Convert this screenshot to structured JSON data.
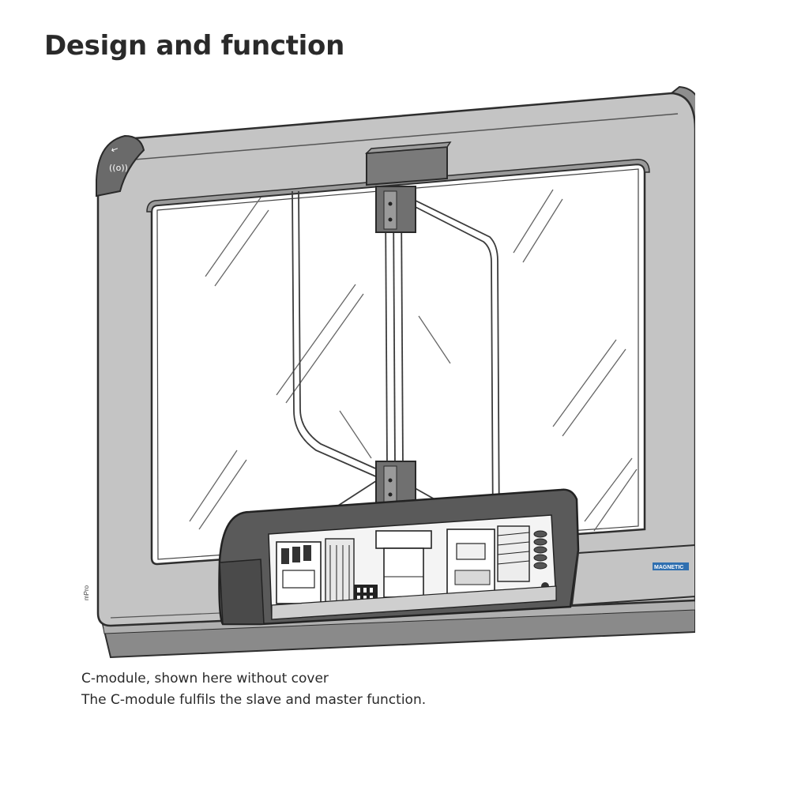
{
  "document": {
    "heading": "Design and function",
    "figure": {
      "brand_label": "MAGNETIC",
      "side_label": "mPro"
    },
    "caption": {
      "line1": "C-module, shown here without cover",
      "line2": "The C-module fulfils the slave and master function."
    }
  },
  "colors": {
    "frame_fill": "#c4c4c4",
    "frame_stroke": "#3a3a3a",
    "glass_fill": "#ffffff",
    "module_fill": "#5a5a5a",
    "brand_blue": "#2f6fb0"
  }
}
